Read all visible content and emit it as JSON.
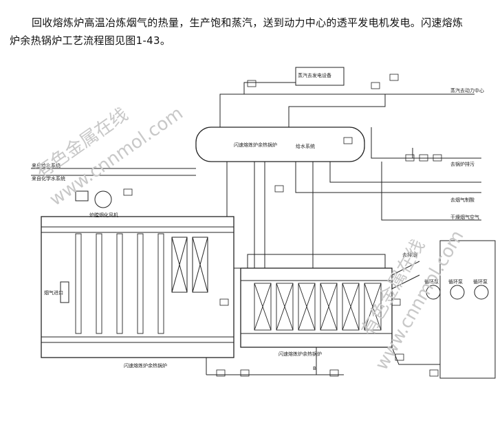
{
  "paragraph": {
    "line1": "回收熔炼炉高温冶炼烟气的热量，生产饱和蒸汽，送到动力中心的透平发电机发电。闪速熔炼",
    "line2": "炉余热锅炉工艺流程图见图1-43。"
  },
  "diagram": {
    "labels": {
      "steam_storage": "蒸汽去发电设备",
      "drum": "闪速熔炼炉余热锅炉",
      "feed_water": "给水系统",
      "left_input_1": "来自给水系统",
      "left_input_2": "来自化学水系统",
      "fan": "炉膛烟化风机",
      "right_output_1": "蒸汽去动力中心",
      "right_output_2": "去锅炉排污",
      "right_output_3": "去烟气制酸",
      "right_output_4": "干燥烟气空气",
      "flue_gas_in": "烟气进口",
      "boiler_bottom_left": "闪速熔炼炉余热锅炉",
      "boiler_right": "闪速熔炼炉余热锅炉",
      "pump_1": "循环泵",
      "pump_2": "循环泵",
      "pump_3": "循环泵",
      "right_top_tag": "去排烟",
      "b_mark": "B"
    },
    "watermarks": [
      "有色金属在线",
      "www.cnnmol.com",
      "有色金属在线",
      "www.cnnmol.com"
    ]
  }
}
